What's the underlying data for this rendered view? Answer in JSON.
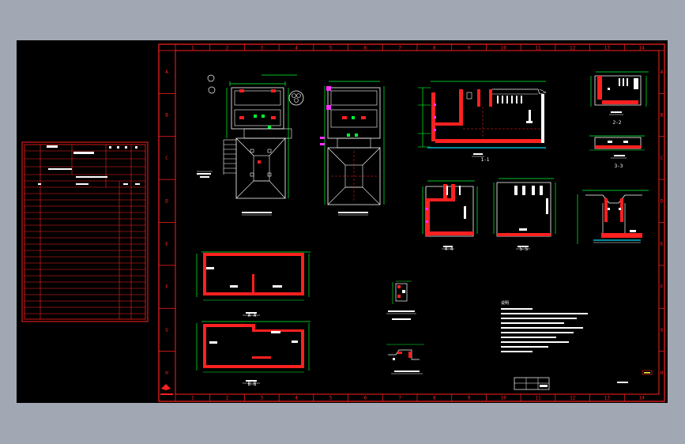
{
  "frame": {
    "col_numbers": [
      "1",
      "2",
      "3",
      "4",
      "5",
      "6",
      "7",
      "8",
      "9",
      "10",
      "11",
      "12",
      "13",
      "14"
    ],
    "row_letters": [
      "A",
      "B",
      "C",
      "D",
      "E",
      "F",
      "G",
      "H"
    ]
  },
  "section_labels": {
    "s11": "1-1",
    "s22": "2-2",
    "s33": "3-3",
    "s44": "4-4",
    "s55": "5-5",
    "sAA": "A-A",
    "sBB": "B-B"
  },
  "notes_heading": "说明",
  "colors": {
    "frame": "#ff2020",
    "line": "#00ff30",
    "white": "#ffffff",
    "cyan": "#00e5ff",
    "magenta": "#ff30ff",
    "yellow": "#ffff40",
    "background": "#000000"
  }
}
